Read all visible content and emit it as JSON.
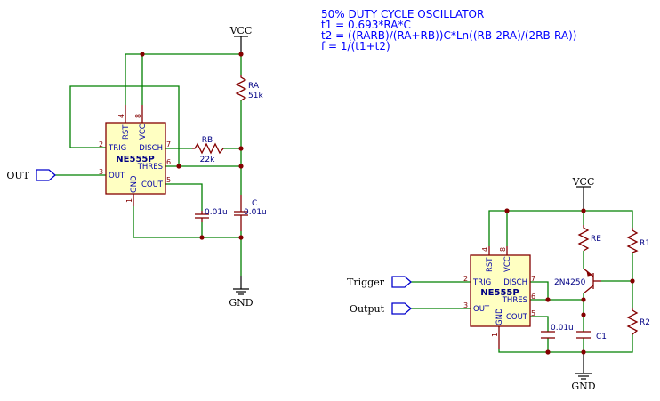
{
  "notes": {
    "title": "50% DUTY CYCLE OSCILLATOR",
    "line1": "t1 = 0.693*RA*C",
    "line2": "t2 = ((RARB)/(RA+RB))C*Ln((RB-2RA)/(2RB-RA))",
    "line3": "f = 1/(t1+t2)"
  },
  "circuit1": {
    "vcc": "VCC",
    "gnd": "GND",
    "out_port": "OUT",
    "ic": {
      "name": "NE555P",
      "pins": {
        "trig": "TRIG",
        "out": "OUT",
        "rst": "RST",
        "vcc": "VCC",
        "disch": "DISCH",
        "thres": "THRES",
        "cout": "COUT",
        "gnd": "GND"
      },
      "nums": {
        "p1": "1",
        "p2": "2",
        "p3": "3",
        "p4": "4",
        "p5": "5",
        "p6": "6",
        "p7": "7",
        "p8": "8"
      }
    },
    "ra": {
      "ref": "RA",
      "value": "51k"
    },
    "rb": {
      "ref": "RB",
      "value": "22k"
    },
    "c": {
      "ref": "C",
      "value": "0.01u"
    },
    "cout_cap": {
      "value": "0.01u"
    }
  },
  "circuit2": {
    "vcc": "VCC",
    "gnd": "GND",
    "trigger_port": "Trigger",
    "output_port": "Output",
    "ic": {
      "name": "NE555P",
      "pins": {
        "trig": "TRIG",
        "out": "OUT",
        "rst": "RST",
        "vcc": "VCC",
        "disch": "DISCH",
        "thres": "THRES",
        "cout": "COUT",
        "gnd": "GND"
      },
      "nums": {
        "p1": "1",
        "p2": "2",
        "p3": "3",
        "p4": "4",
        "p5": "5",
        "p6": "6",
        "p7": "7",
        "p8": "8"
      }
    },
    "re": {
      "ref": "RE"
    },
    "r1": {
      "ref": "R1"
    },
    "r2": {
      "ref": "R2"
    },
    "c1": {
      "ref": "C1"
    },
    "transistor": {
      "ref": "2N4250"
    },
    "cout_cap": {
      "value": "0.01u"
    }
  }
}
